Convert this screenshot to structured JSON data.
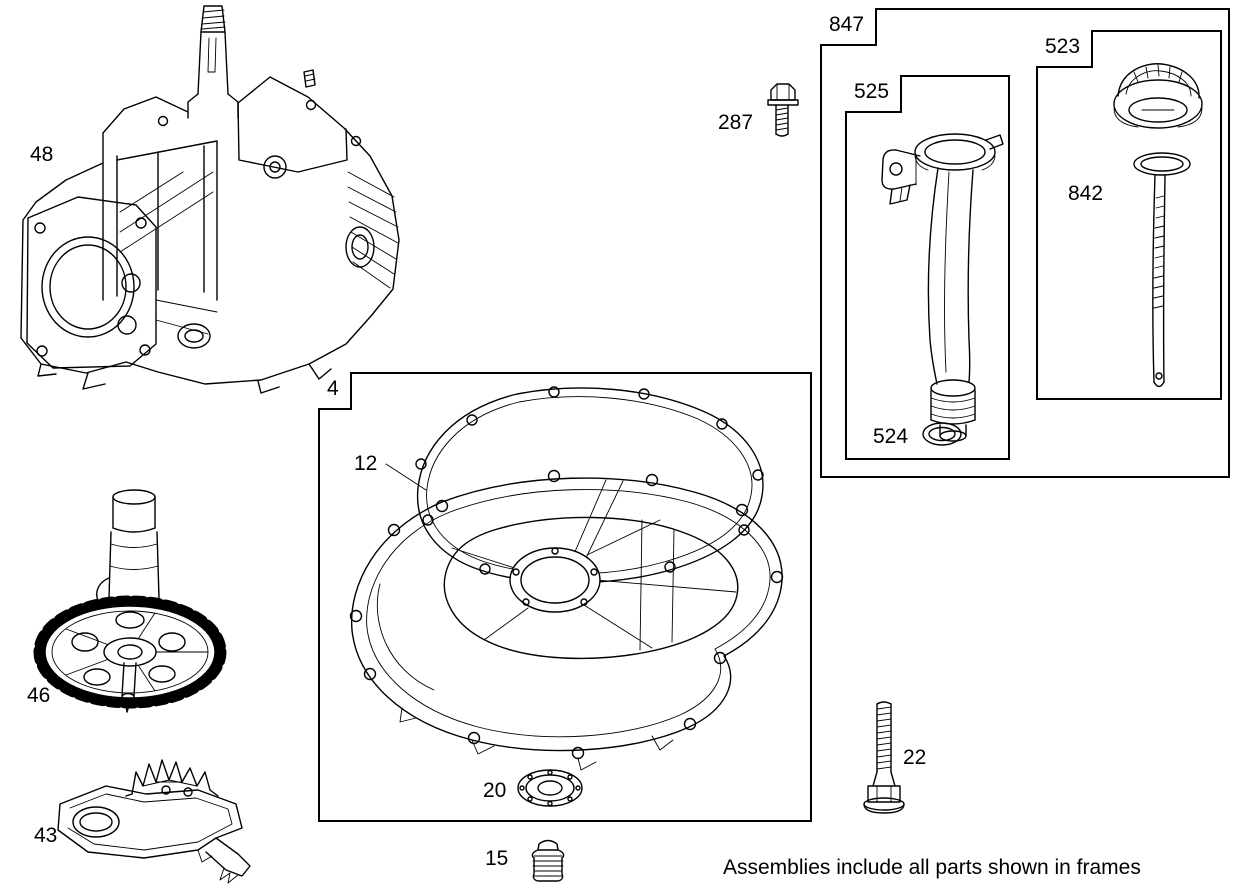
{
  "footer": {
    "note": "Assemblies include all parts shown in frames"
  },
  "frames": {
    "sump": {
      "label": "4"
    },
    "group847": {
      "label": "847"
    },
    "tube": {
      "label": "525"
    },
    "dipstick": {
      "label": "523"
    }
  },
  "part_numbers": {
    "p48": "48",
    "p287": "287",
    "p46": "46",
    "p43": "43",
    "p12": "12",
    "p20": "20",
    "p15": "15",
    "p22": "22",
    "p524": "524",
    "p842": "842"
  },
  "style": {
    "line_color": "#000000",
    "background": "#ffffff"
  }
}
